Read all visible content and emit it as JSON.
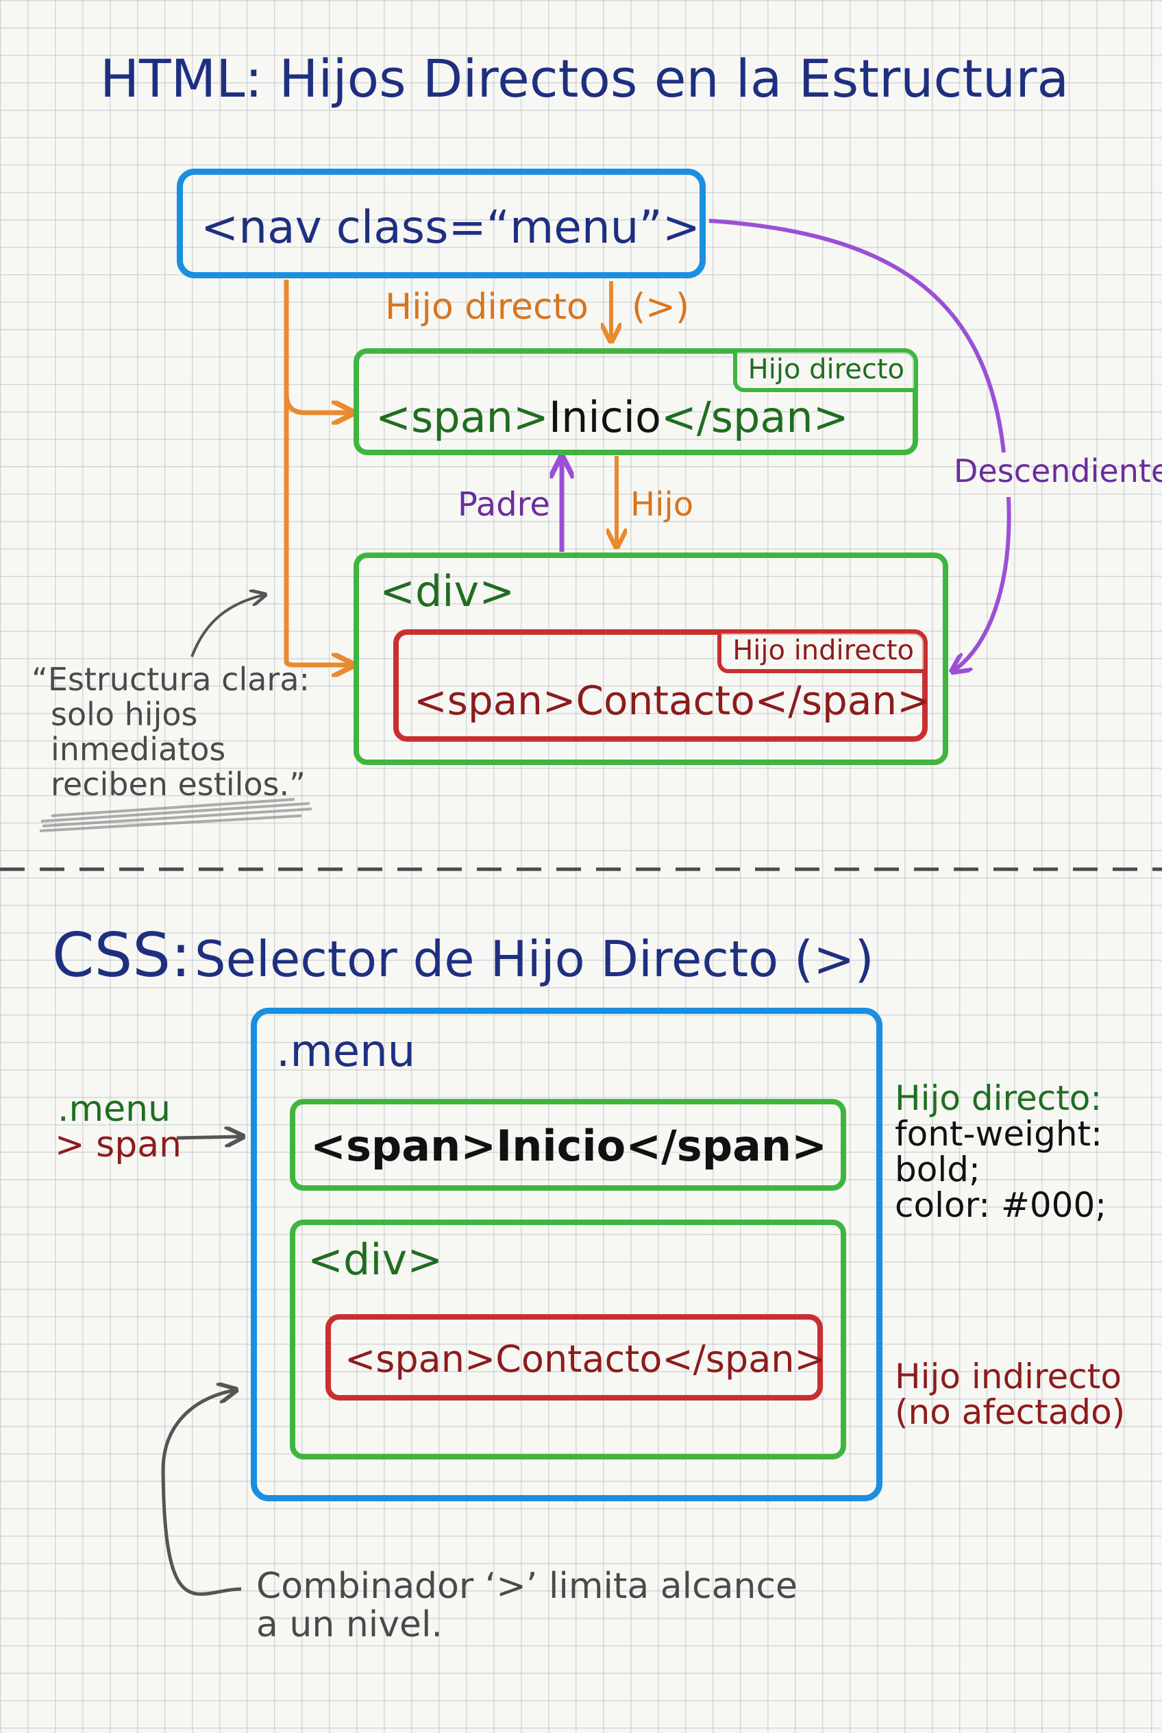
{
  "html_section": {
    "title": "HTML: Hijos Directos en la Estructura",
    "nav_code": "<nav class=“menu”>",
    "arrow_hijo_directo": "Hijo directo",
    "arrow_hijo_directo_symbol": "(>)",
    "span_inicio": {
      "open": "<span>",
      "text": "Inicio",
      "close": "</span>",
      "tag": "Hijo directo"
    },
    "padre_label": "Padre",
    "hijo_label": "Hijo",
    "descendiente_label": "Descendiente",
    "div_label": "<div>",
    "span_contacto": {
      "code": "<span>Contacto</span>",
      "tag": "Hijo indirecto"
    },
    "quote_lines": [
      "“Estructura clara:",
      "solo hijos",
      "inmediatos",
      "reciben estilos.”"
    ]
  },
  "css_section": {
    "title_prefix": "CSS:",
    "title_rest": "Selector de Hijo Directo (>)",
    "menu_label": ".menu",
    "selector_lines": [
      ".menu",
      "> span"
    ],
    "span_inicio_code": "<span>Inicio</span>",
    "div_label": "<div>",
    "span_contacto_code": "<span>Contacto</span>",
    "direct_note": {
      "title": "Hijo directo:",
      "lines": [
        "font-weight:",
        "bold;",
        "color: #000;"
      ]
    },
    "indirect_note": [
      "Hijo indirecto",
      "(no afectado)"
    ],
    "footer_lines": [
      "Combinador ‘>’ limita alcance",
      "a un nivel."
    ]
  },
  "colors": {
    "blue": "#1a8fe0",
    "green": "#3fb53f",
    "red": "#c8302f",
    "orange": "#e88a2e",
    "purple": "#9b4fd6",
    "navy": "#1f2f80"
  }
}
